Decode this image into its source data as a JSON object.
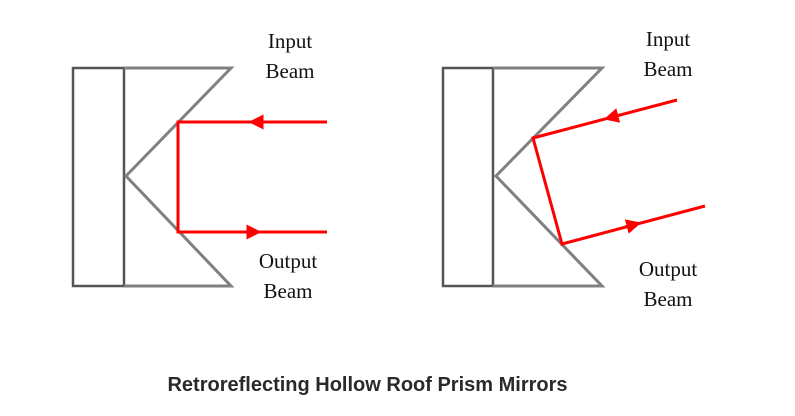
{
  "title": "Retroreflecting Hollow Roof Prism Mirrors",
  "diagrams": [
    {
      "input_label": [
        "Input",
        "Beam"
      ],
      "output_label": [
        "Output",
        "Beam"
      ],
      "incidence": "normal"
    },
    {
      "input_label": [
        "Input",
        "Beam"
      ],
      "output_label": [
        "Output",
        "Beam"
      ],
      "incidence": "oblique"
    }
  ],
  "colors": {
    "beam": "#ff0000",
    "mirror": "#808080",
    "frame": "#555555"
  }
}
